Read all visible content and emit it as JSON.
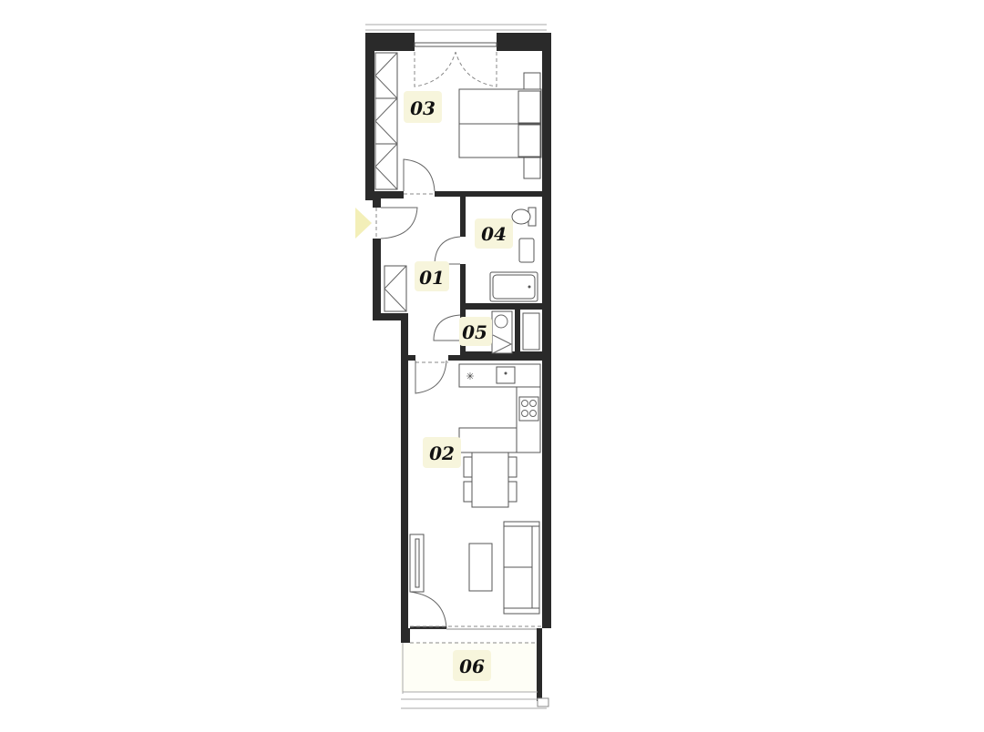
{
  "plan": {
    "rooms": [
      {
        "id": "01",
        "label": "01"
      },
      {
        "id": "02",
        "label": "02"
      },
      {
        "id": "03",
        "label": "03"
      },
      {
        "id": "04",
        "label": "04"
      },
      {
        "id": "05",
        "label": "05"
      },
      {
        "id": "06",
        "label": "06"
      }
    ],
    "colors": {
      "wall": "#2a2a2a",
      "label_bg": "#f7f5dc",
      "entry_marker": "#f3efb8"
    }
  }
}
